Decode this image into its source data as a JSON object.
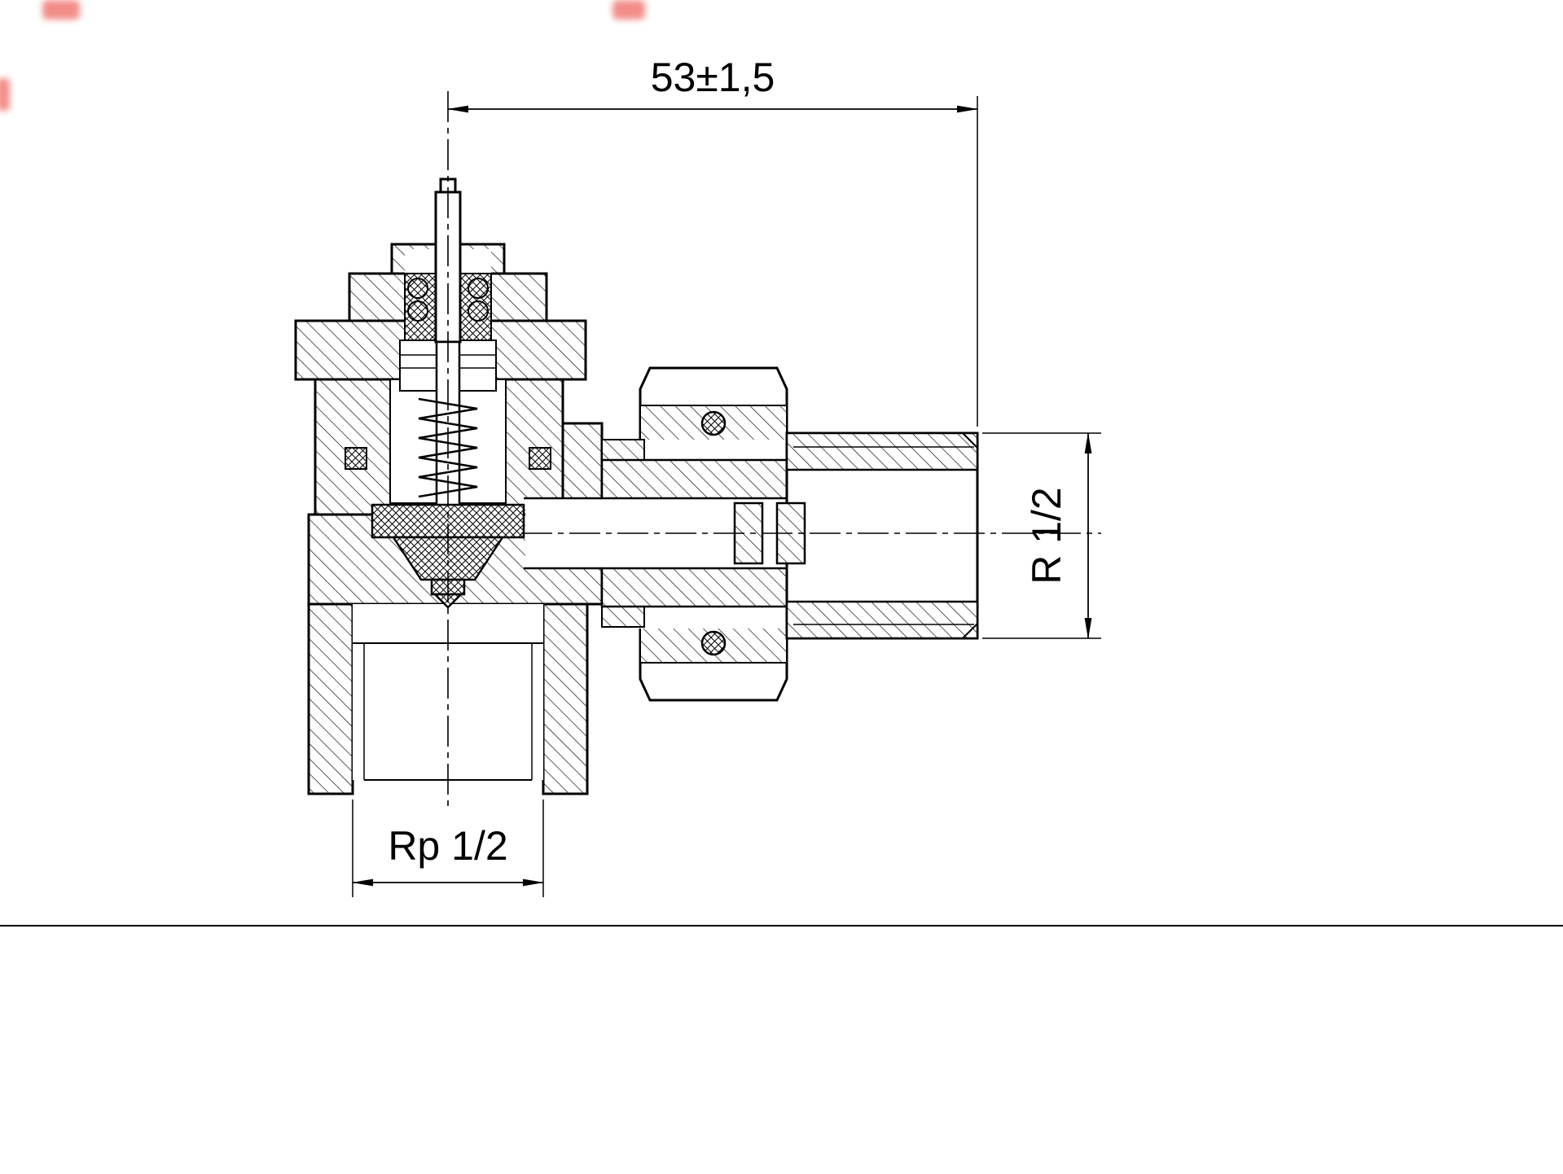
{
  "page": {
    "background": "#ffffff"
  },
  "drawing": {
    "component": "angle radiator valve cross-section",
    "dimensions": {
      "top_width": "53±1,5",
      "right_thread": "R 1/2",
      "bottom_thread": "Rp 1/2"
    },
    "colors": {
      "line": "#000000",
      "background": "#ffffff",
      "watermark_red": "#e8312a"
    },
    "style": {
      "hatching": "45-degree section hatch",
      "centerlines": "dash-dot"
    }
  }
}
